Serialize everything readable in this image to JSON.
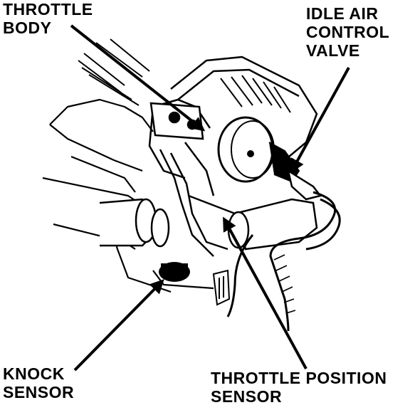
{
  "labels": {
    "throttle_body": [
      "THROTTLE",
      "BODY"
    ],
    "idle_air_control_valve": [
      "IDLE AIR",
      "CONTROL",
      "VALVE"
    ],
    "knock_sensor": [
      "KNOCK",
      "SENSOR"
    ],
    "throttle_position_sensor": [
      "THROTTLE POSITION",
      "SENSOR"
    ]
  },
  "colors": {
    "ink": "#000000",
    "paper": "#ffffff"
  }
}
